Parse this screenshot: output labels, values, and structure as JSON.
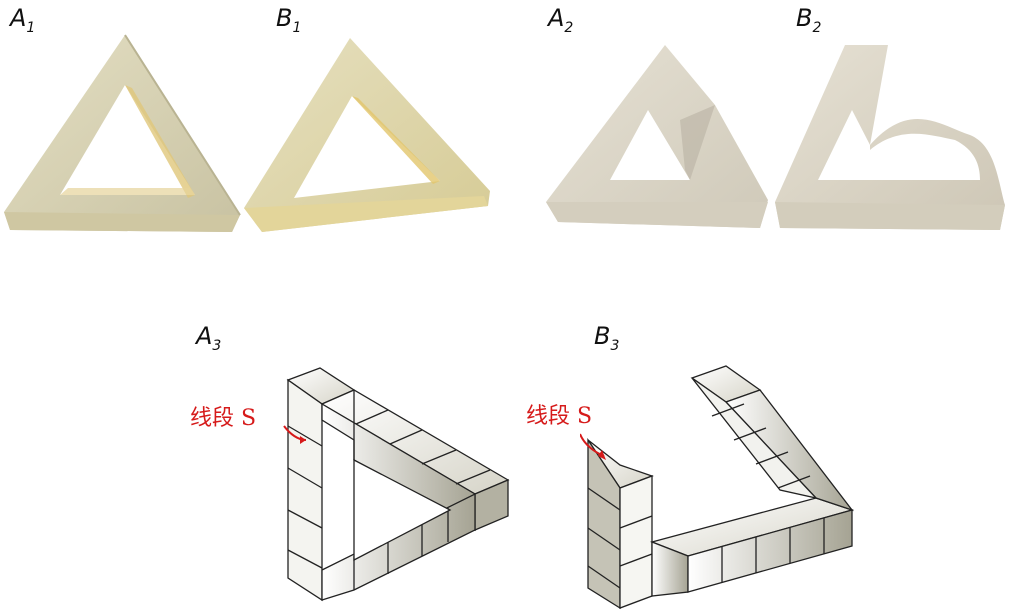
{
  "labels": {
    "a1": {
      "main": "A",
      "sub": "1"
    },
    "b1": {
      "main": "B",
      "sub": "1"
    },
    "a2": {
      "main": "A",
      "sub": "2"
    },
    "b2": {
      "main": "B",
      "sub": "2"
    },
    "a3": {
      "main": "A",
      "sub": "3"
    },
    "b3": {
      "main": "B",
      "sub": "3"
    }
  },
  "annotations": {
    "a3_segment": "线段 S",
    "b3_segment": "线段 S"
  },
  "colors": {
    "model_yellow": "#d9d3b4",
    "model_grey": "#dcd6c8",
    "annotation_red": "#d61a1a",
    "cube_light": "#ffffff",
    "cube_shade": "#a9a799"
  }
}
